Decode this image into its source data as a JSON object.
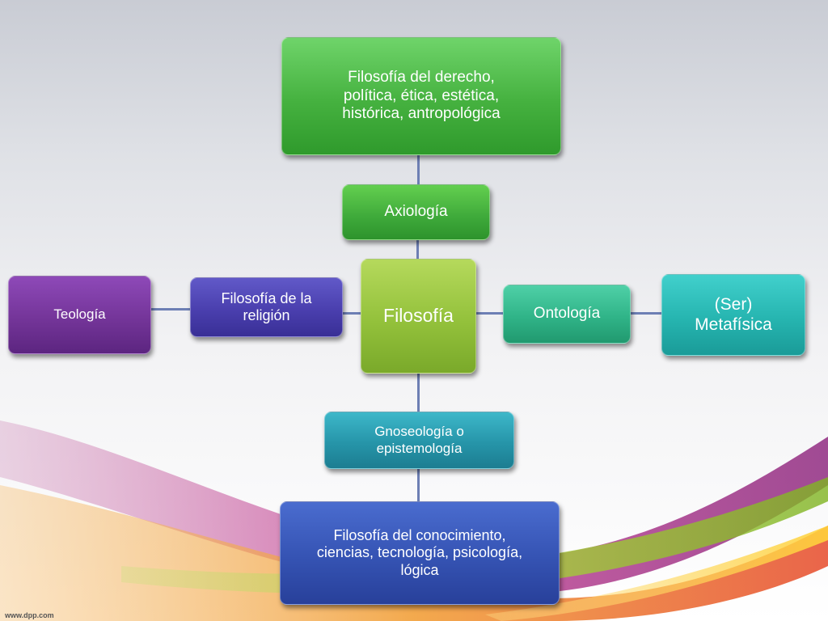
{
  "nodes": {
    "center": "Filosofía",
    "axiologia": "Axiología",
    "axiologia_detail": [
      "Filosofía del derecho,",
      "política, ética, estética,",
      "histórica, antropológica"
    ],
    "ontologia": "Ontología",
    "metafisica": [
      "(Ser)",
      "Metafísica"
    ],
    "religion": [
      "Filosofía de la",
      "religión"
    ],
    "teologia": "Teología",
    "gnoseologia": [
      "Gnoseología o",
      "epistemología"
    ],
    "conocimiento_detail": [
      "Filosofía del conocimiento,",
      "ciencias, tecnología, psicología,",
      "lógica"
    ]
  },
  "watermark": "www.dpp.com",
  "colors": {
    "green": "#45b13f",
    "lime": "#93c13b",
    "teal": "#30b488",
    "aqua": "#26b5b0",
    "cyan": "#2695a9",
    "blue": "#3553b3",
    "indigo": "#4a3fae",
    "purple": "#743599",
    "connector": "#6d7fb4"
  }
}
